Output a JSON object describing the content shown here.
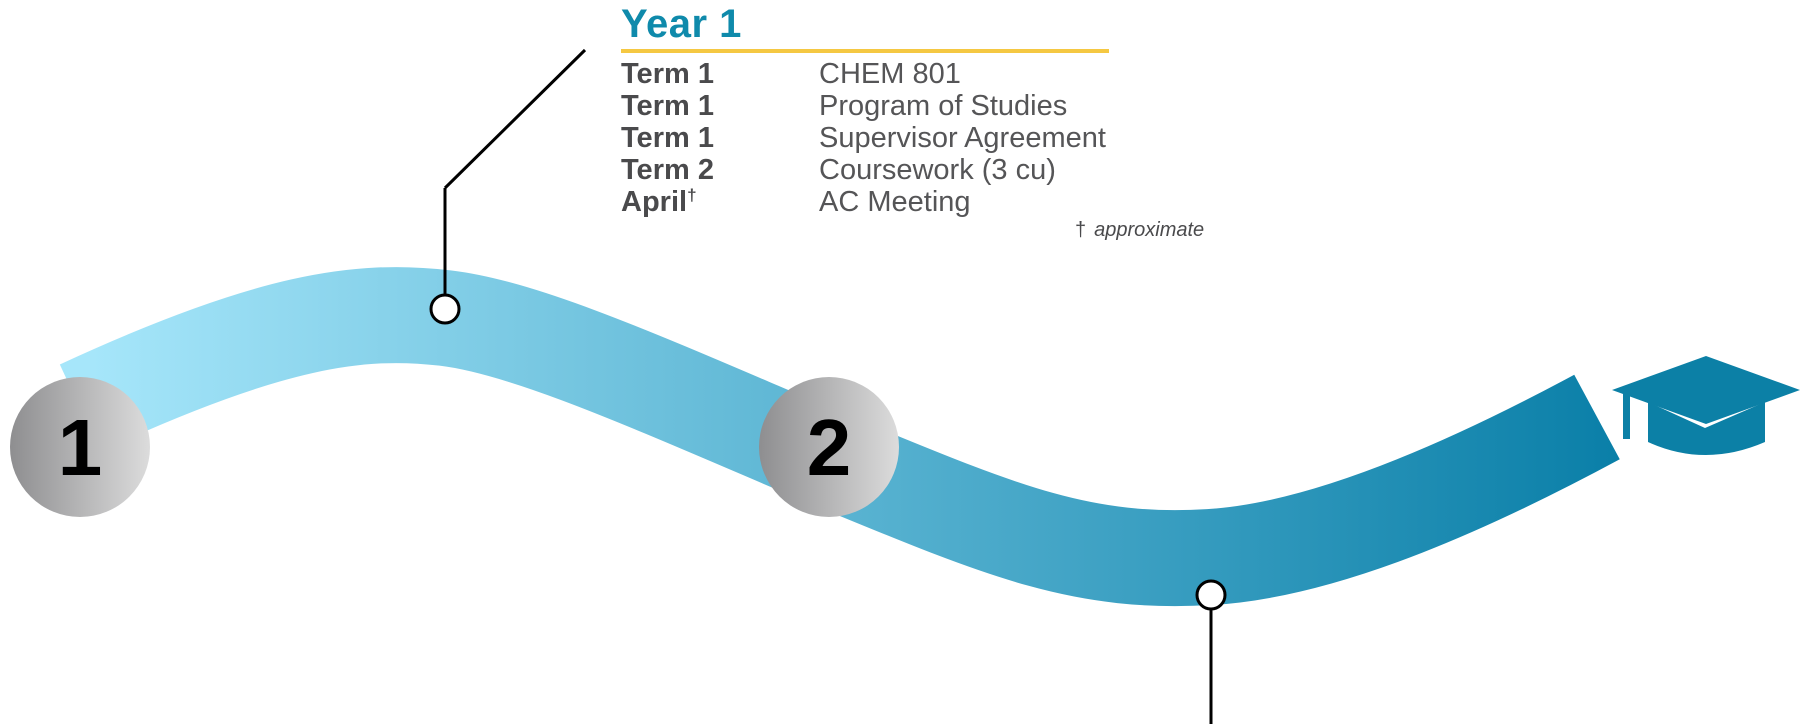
{
  "year": {
    "title": "Year 1"
  },
  "schedule": [
    {
      "when": "Term 1",
      "what": "CHEM 801"
    },
    {
      "when": "Term 1",
      "what": "Program of Studies"
    },
    {
      "when": "Term 1",
      "what": "Supervisor Agreement"
    },
    {
      "when": "Term 2",
      "what": "Coursework (3 cu)"
    },
    {
      "when": "April",
      "when_mark": "†",
      "what": "AC Meeting"
    }
  ],
  "footnote": {
    "mark": "†",
    "text": "approximate"
  },
  "milestones": [
    {
      "label": "1"
    },
    {
      "label": "2"
    }
  ],
  "icons": {
    "graduation": "graduation-cap-icon"
  },
  "colors": {
    "ribbon_start": "#a6e6fa",
    "ribbon_end": "#0a7fa8",
    "title": "#0f8aab",
    "rule": "#f5c842",
    "text": "#4a4a4c",
    "cap": "#0c80a6"
  }
}
